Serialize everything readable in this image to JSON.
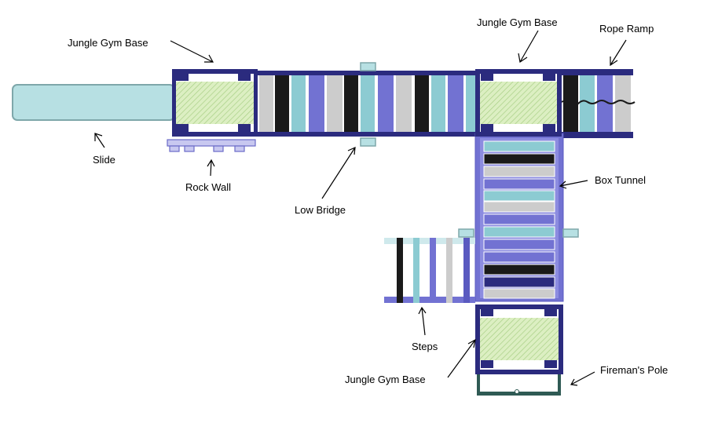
{
  "labels": {
    "base_top_left": "Jungle Gym Base",
    "base_top_right": "Jungle Gym Base",
    "base_bottom": "Jungle Gym Base",
    "rope_ramp": "Rope Ramp",
    "slide": "Slide",
    "rock_wall": "Rock Wall",
    "low_bridge": "Low Bridge",
    "box_tunnel": "Box Tunnel",
    "steps": "Steps",
    "firemans_pole": "Fireman's Pole"
  },
  "colors": {
    "frame": "#2b2b7e",
    "purple": "#7272d2",
    "light_purple": "#8c8ce0",
    "teal": "#8ccbd2",
    "gray": "#cccccc",
    "black": "#1a1a1a",
    "slide_fill": "#b7e0e3",
    "slide_stroke": "#7ea7aa",
    "base_fill": "#dcefc2",
    "pole_frame": "#2f5a54"
  }
}
